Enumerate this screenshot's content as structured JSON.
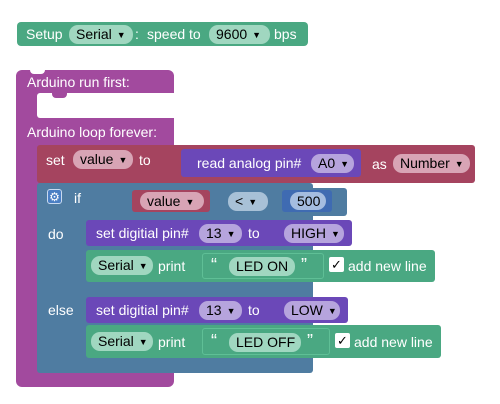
{
  "setup": {
    "label": "Setup",
    "port": "Serial",
    "colon": ":",
    "speed_label": "speed to",
    "speed": "9600",
    "unit": "bps"
  },
  "main": {
    "run_first": "Arduino run first:",
    "loop": "Arduino loop forever:"
  },
  "set_var": {
    "label": "set",
    "var": "value",
    "to": "to",
    "read_label": "read analog pin#",
    "pin": "A0",
    "as": "as",
    "type": "Number"
  },
  "if_block": {
    "if": "if",
    "do": "do",
    "else": "else",
    "var": "value",
    "op": "<",
    "number": "500"
  },
  "do_branch": {
    "set_label": "set digitial pin#",
    "pin": "13",
    "to": "to",
    "state": "HIGH",
    "serial": "Serial",
    "print": "print",
    "open_quote": "“",
    "text": "LED ON",
    "close_quote": "”",
    "newline_label": "add new line"
  },
  "else_branch": {
    "set_label": "set digitial pin#",
    "pin": "13",
    "to": "to",
    "state": "LOW",
    "serial": "Serial",
    "print": "print",
    "open_quote": "“",
    "text": "LED OFF",
    "close_quote": "”",
    "newline_label": "add new line"
  },
  "icons": {
    "dropdown": "▼",
    "check": "✓",
    "gear": "⚙"
  },
  "colors": {
    "serial_green": "#4aa882",
    "serial_light": "#a0d7c0",
    "main_purple": "#a24a9e",
    "var_pink": "#a5445f",
    "var_light": "#d8a4b5",
    "analog_purple": "#6b48b8",
    "analog_light": "#b6a4dd",
    "logic_blue": "#4f7ca1",
    "logic_light": "#a8c1d7",
    "math_blue": "#3f6bb2",
    "math_light": "#a5bde0"
  }
}
